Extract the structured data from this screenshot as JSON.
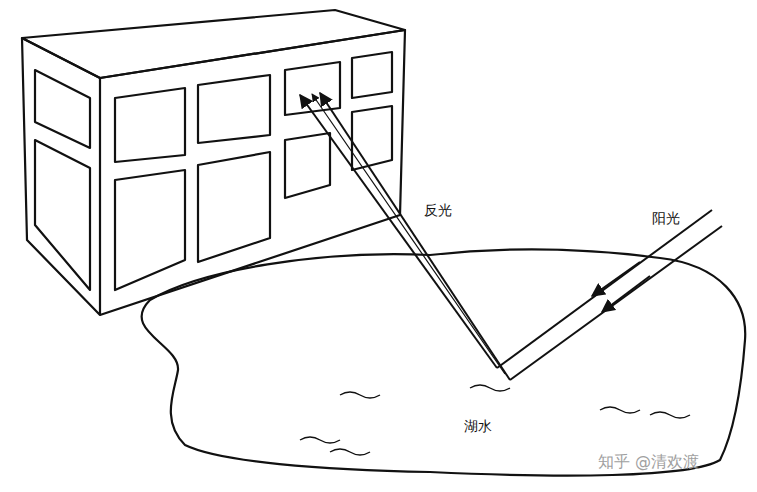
{
  "diagram": {
    "labels": [
      "反光",
      "阳光",
      "湖水",
      "知乎 @清欢渡"
    ]
  }
}
